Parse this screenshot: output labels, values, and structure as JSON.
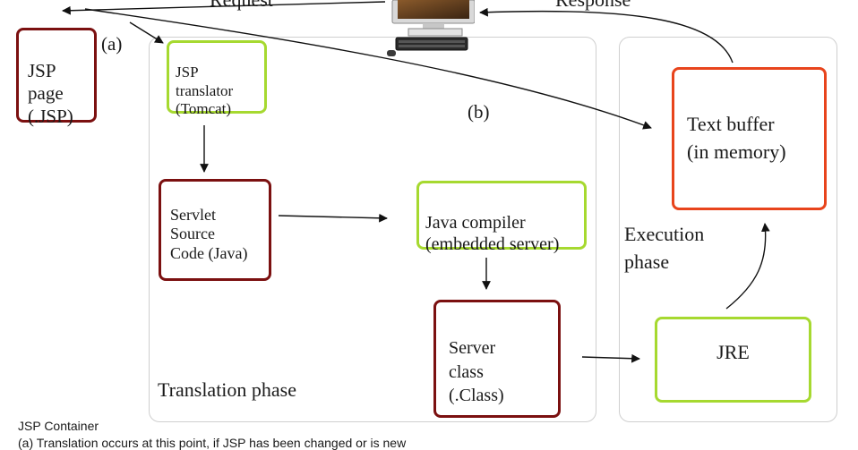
{
  "header": {
    "request_label": "Request",
    "response_label": "Response"
  },
  "jsp_page": {
    "label": "JSP\npage\n(.JSP)"
  },
  "marker_a": "(a)",
  "marker_b": "(b)",
  "translator": {
    "label": "JSP\ntranslator\n(Tomcat)"
  },
  "servlet_source": {
    "label": "Servlet\nSource\nCode (Java)"
  },
  "java_compiler": {
    "label": "Java compiler\n(embedded server)"
  },
  "server_class": {
    "label": "Server\nclass\n(.Class)"
  },
  "translation_phase_label": "Translation phase",
  "text_buffer": {
    "label": "Text buffer\n(in memory)"
  },
  "execution_phase_label": "Execution\nphase",
  "jre": {
    "label": "JRE"
  },
  "footer": {
    "container_label": "JSP Container",
    "note_a": "(a) Translation occurs at this point, if JSP has been changed or is new"
  },
  "colors": {
    "maroon_border": "#7b1010",
    "green_border": "#a6d930",
    "red_border": "#e8441c",
    "panel_border": "#cfcfcf"
  }
}
